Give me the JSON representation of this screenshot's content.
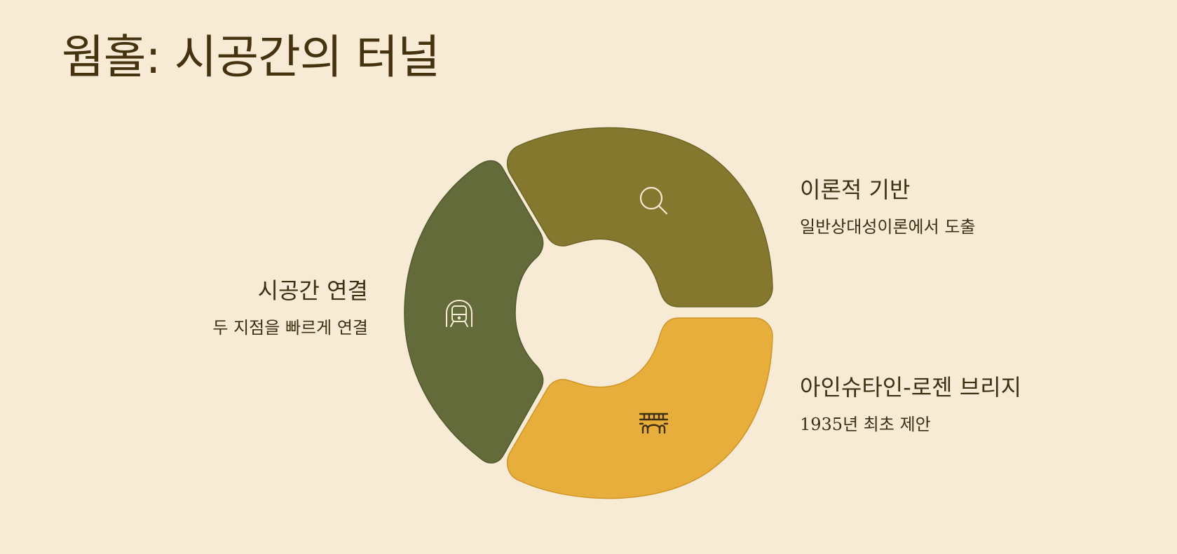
{
  "title": "웜홀: 시공간의 터널",
  "colors": {
    "background": "#f7ebd6",
    "segment_top": "#83782e",
    "segment_left": "#636b3a",
    "segment_bottom": "#e8ae3b",
    "icon_light": "#f7ebd6",
    "icon_dark": "#3e2f10"
  },
  "items": {
    "theory": {
      "title": "이론적 기반",
      "description": "일반상대성이론에서 도출",
      "icon": "magnifier-icon"
    },
    "connection": {
      "title": "시공간 연결",
      "description": "두 지점을 빠르게 연결",
      "icon": "train-icon"
    },
    "bridge": {
      "title": "아인슈타인-로젠 브리지",
      "description": "1935년 최초 제안",
      "icon": "bridge-icon"
    }
  }
}
